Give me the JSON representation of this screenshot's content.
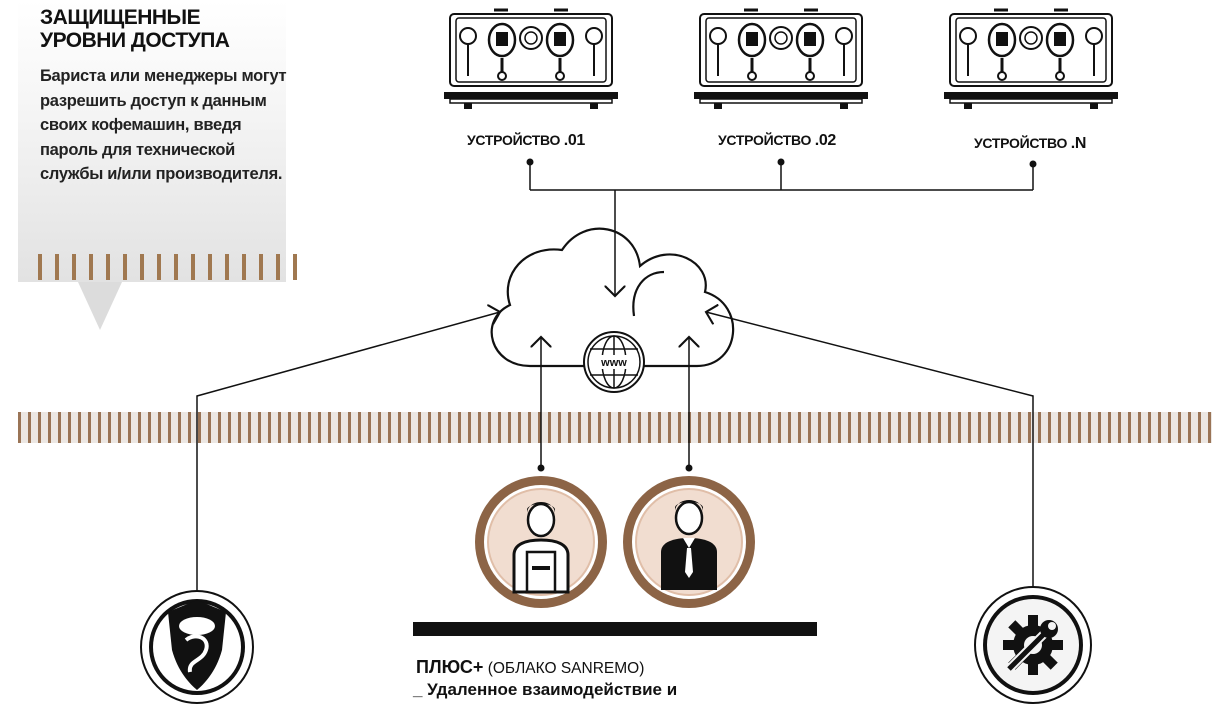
{
  "panel": {
    "title": "ЗАЩИЩЕННЫЕ\nУРОВНИ ДОСТУПА",
    "body": "Бариста или менеджеры могут разрешить доступ к данным своих кофемашин, введя пароль для технической службы и/или производителя."
  },
  "devices": [
    {
      "label": "УСТРОЙСТВО ",
      "number": ".01"
    },
    {
      "label": "УСТРОЙСТВО ",
      "number": ".02"
    },
    {
      "label": "УСТРОЙСТВО ",
      "number": ".N"
    }
  ],
  "cloud": {
    "globe_text": "www"
  },
  "plus": {
    "title": "ПЛЮС+",
    "note": " (ОБЛАКО SANREMO)",
    "description": "_ Удаленное взаимодействие и"
  },
  "icons": {
    "left": "brand-logo-icon",
    "center_left": "barista-icon",
    "center_right": "manager-icon",
    "right": "service-gear-icon"
  },
  "colors": {
    "accent": "#9a7456",
    "ring": "#8c6446",
    "dark": "#111111"
  }
}
